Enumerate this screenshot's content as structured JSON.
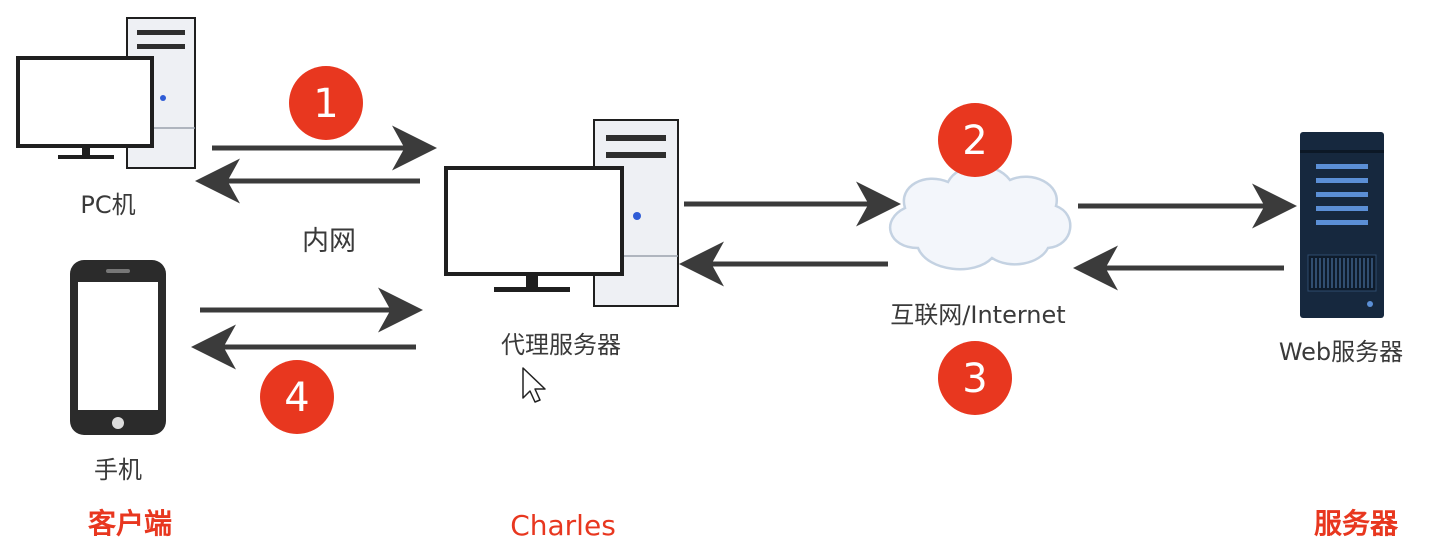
{
  "labels": {
    "pc": "PC机",
    "intranet": "内网",
    "phone": "手机",
    "proxy": "代理服务器",
    "internet": "互联网/Internet",
    "web_server": "Web服务器"
  },
  "groups": {
    "client": "客户端",
    "charles": "Charles",
    "server": "服务器"
  },
  "steps": [
    "1",
    "2",
    "3",
    "4"
  ],
  "colors": {
    "accent": "#e8371f",
    "arrow": "#3b3b3b",
    "label": "#3a3a3a",
    "device_outline": "#1f1f1f",
    "tower_fill": "#eef0f4",
    "server_fill": "#16283e",
    "server_accent": "#5b8fd6",
    "cloud_fill": "#f3f6fb",
    "cloud_stroke": "#c4d2e2"
  },
  "icons": [
    "desktop-computer-icon",
    "smartphone-icon",
    "cloud-icon",
    "rack-server-icon",
    "mouse-cursor-icon"
  ]
}
